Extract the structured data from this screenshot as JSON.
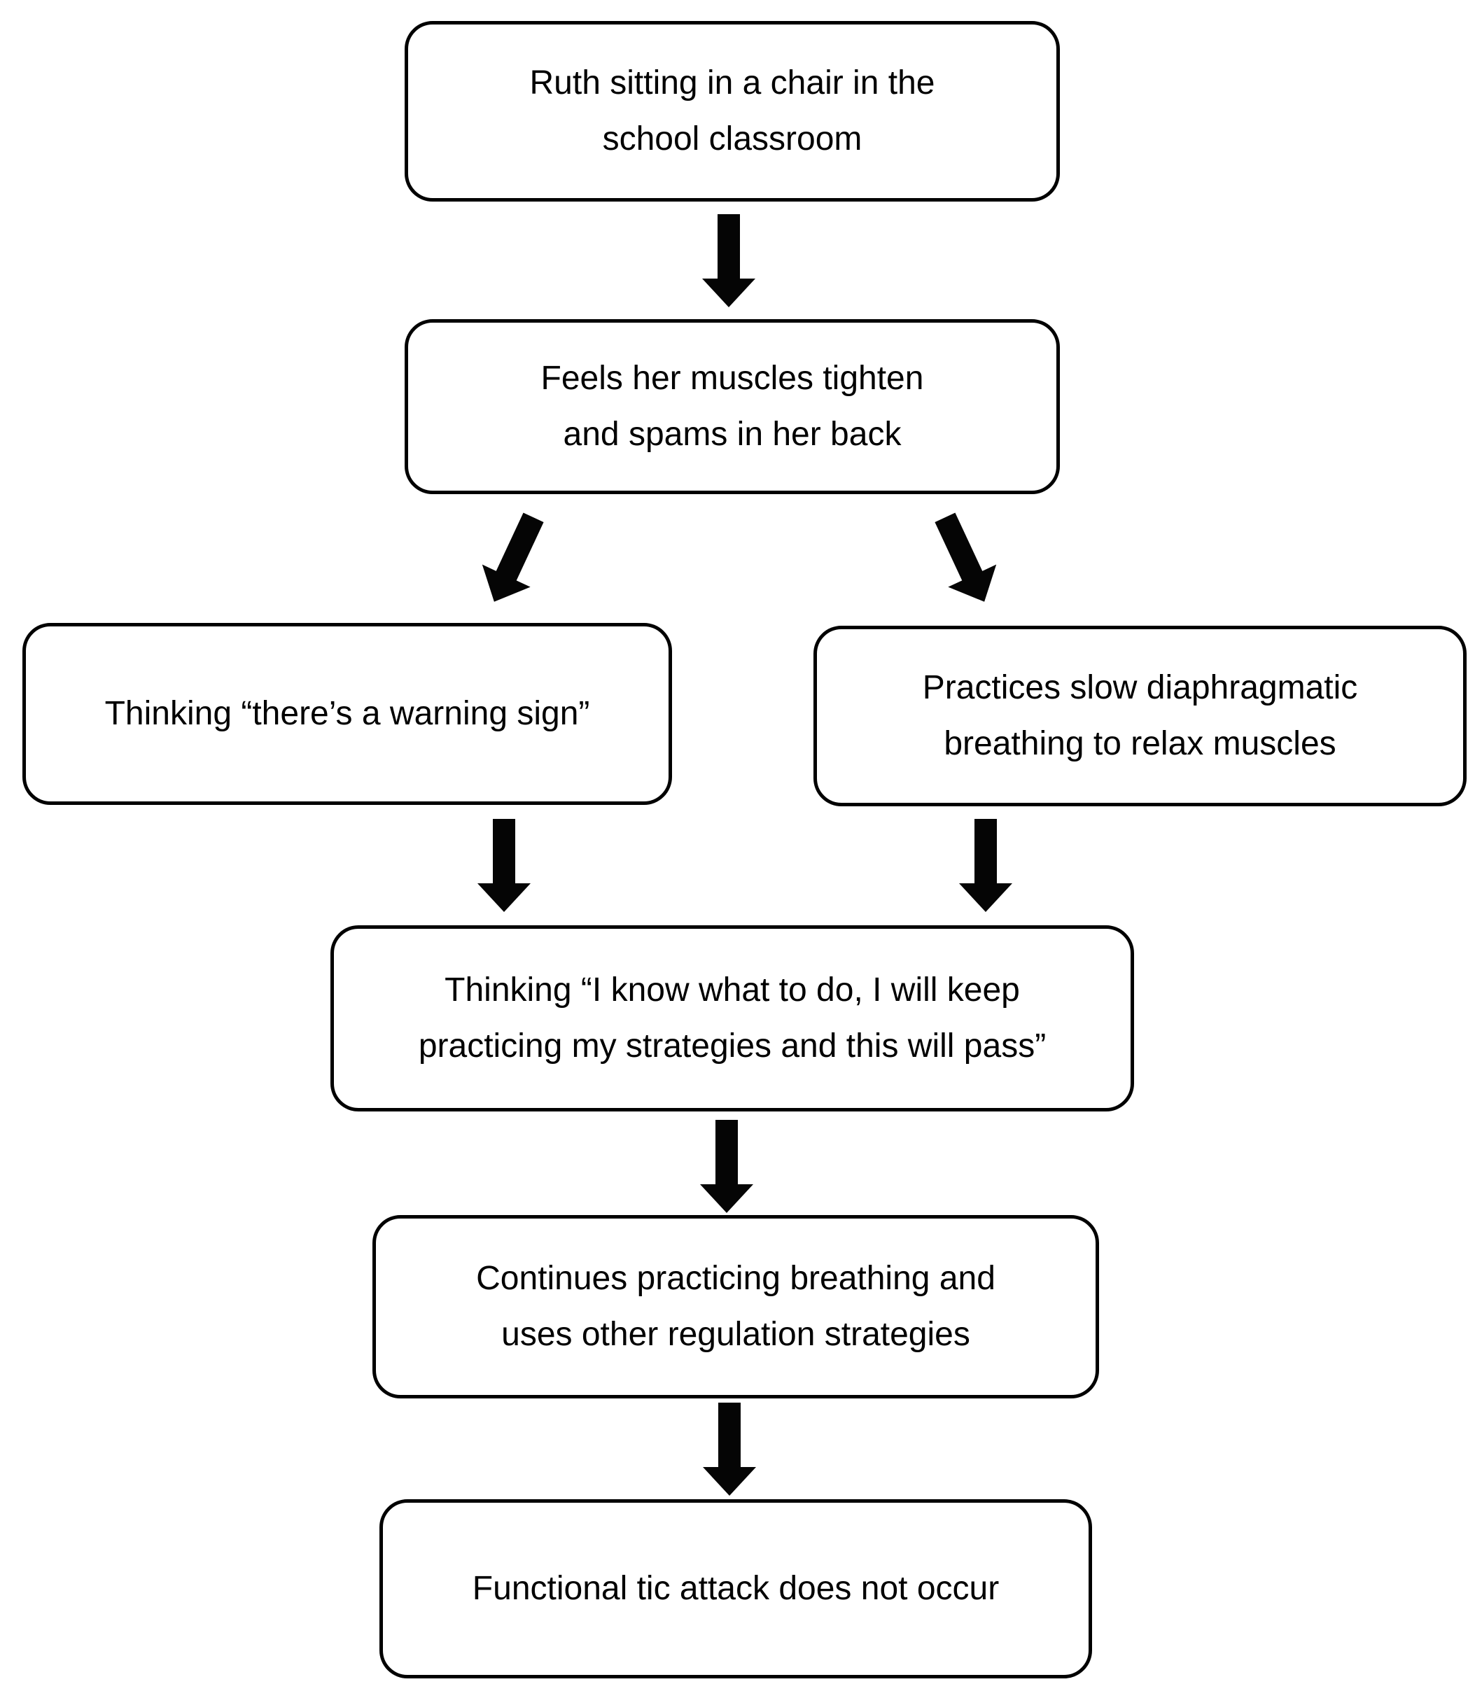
{
  "canvas": {
    "background_color": "#ffffff",
    "stroke_color": "#000000",
    "text_color": "#000000"
  },
  "flowchart": {
    "nodes": [
      {
        "id": "ruth-sitting",
        "text": "Ruth sitting in a chair in the\nschool classroom"
      },
      {
        "id": "feels-muscles",
        "text": "Feels her muscles tighten\nand spams in her back"
      },
      {
        "id": "warning-sign",
        "text": "Thinking “there’s a warning sign”"
      },
      {
        "id": "diaphragmatic-breathing",
        "text": "Practices slow diaphragmatic\nbreathing to relax muscles"
      },
      {
        "id": "keep-practicing",
        "text": "Thinking “I know what to do, I will keep\npracticing my strategies and this will pass”"
      },
      {
        "id": "continues-practicing",
        "text": "Continues practicing breathing and\nuses other regulation strategies"
      },
      {
        "id": "no-tic-attack",
        "text": "Functional tic attack does not occur"
      }
    ],
    "edges": [
      {
        "from": "ruth-sitting",
        "to": "feels-muscles",
        "direction": "down"
      },
      {
        "from": "feels-muscles",
        "to": "warning-sign",
        "direction": "down-left"
      },
      {
        "from": "feels-muscles",
        "to": "diaphragmatic-breathing",
        "direction": "down-right"
      },
      {
        "from": "warning-sign",
        "to": "keep-practicing",
        "direction": "down"
      },
      {
        "from": "diaphragmatic-breathing",
        "to": "keep-practicing",
        "direction": "down"
      },
      {
        "from": "keep-practicing",
        "to": "continues-practicing",
        "direction": "down"
      },
      {
        "from": "continues-practicing",
        "to": "no-tic-attack",
        "direction": "down"
      }
    ]
  }
}
